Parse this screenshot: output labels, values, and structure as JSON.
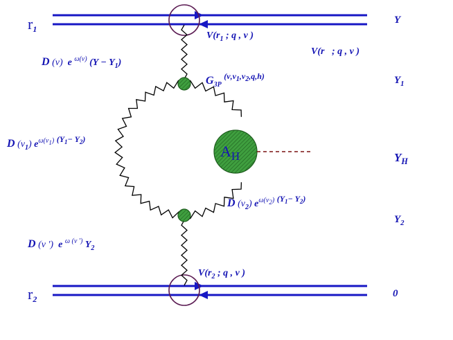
{
  "labels": {
    "r1": "r",
    "r1_sub": "1",
    "r2": "r",
    "r2_sub": "2",
    "Y": "Y",
    "Y1": "Y",
    "Y1_sub": "1",
    "YH": "Y",
    "YH_sub": "H",
    "Y2": "Y",
    "Y2_sub": "2",
    "zero": "0",
    "vertex_top_a": "V(r",
    "vertex_top_b": "1",
    "vertex_top_c": "; q , ν )",
    "vertex_right": "V(r   ; q , ν )",
    "vertex_bottom_a": "V(r",
    "vertex_bottom_b": "2",
    "vertex_bottom_c": "; q , ν )",
    "g3p_a": "G",
    "g3p_b": "3P",
    "g3p_c": "(ν,ν",
    "g3p_d": "1",
    "g3p_e": ",ν",
    "g3p_f": "2",
    "g3p_g": ",q,h)",
    "dtop_a": "D",
    "dtop_b": "(ν)",
    "dtop_c": "e",
    "dtop_d": "ω(ν)",
    "dtop_e": "(Y − Y",
    "dtop_f": "1",
    "dtop_g": ")",
    "dleft_a": "D",
    "dleft_b": "(ν",
    "dleft_c": "1",
    "dleft_d": ")",
    "dleft_e": "e",
    "dleft_f": "ω(ν",
    "dleft_g": "1",
    "dleft_h": ")",
    "dleft_i": "(Y",
    "dleft_j": "1",
    "dleft_k": "− Y",
    "dleft_l": "2",
    "dleft_m": ")",
    "dright_a": "D",
    "dright_b": "(ν",
    "dright_c": "2",
    "dright_d": ")",
    "dright_e": "e",
    "dright_f": "ω(ν",
    "dright_g": "2",
    "dright_h": ")",
    "dright_i": "(Y",
    "dright_j": "1",
    "dright_k": "− Y",
    "dright_l": "2",
    "dright_m": ")",
    "dbottom_a": "D",
    "dbottom_b": "(ν ')",
    "dbottom_c": "e",
    "dbottom_d": "ω (ν ')",
    "dbottom_e": "Y",
    "dbottom_f": "2",
    "ah_a": "A",
    "ah_b": "H"
  },
  "colors": {
    "line_blue": "#1717c4",
    "vertex_circle": "#5a1a52",
    "zigzag": "#000000",
    "blob_fill": "#2f8f2f",
    "blob_stroke": "#1e5d1e",
    "dashed": "#7a1010",
    "text": "#1515b4"
  }
}
